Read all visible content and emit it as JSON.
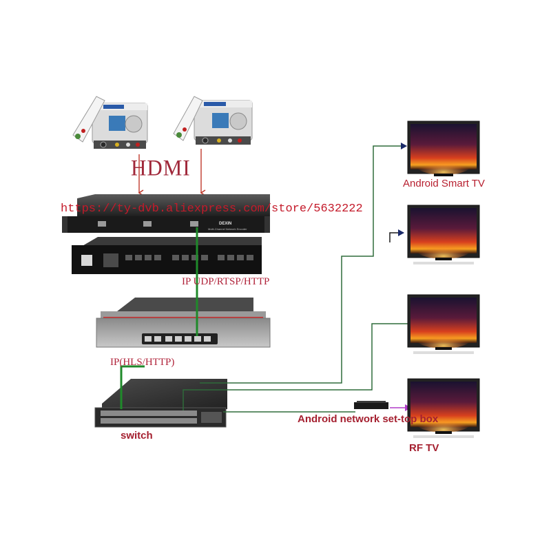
{
  "labels": {
    "hdmi": "HDMI",
    "url": "https://ty-dvb.aliexpress.com/store/5632222",
    "ip_udp": "IP UDP/RTSP/HTTP",
    "ip_hls": "IP(HLS/HTTP)",
    "switch": "switch",
    "android_smart_tv": "Android Smart TV",
    "android_stb": "Android network set-top box",
    "rf_tv": "RF TV",
    "encoder_brand": "DEXIN",
    "encoder_model": "Multi-Channel Network Encoder"
  },
  "colors": {
    "red_arrow": "#c0392b",
    "green_line": "#1f8a2a",
    "dark_green_line": "#2e6b3a",
    "navy_arrow": "#1a2a6a",
    "purple_arrow": "#b03cc8",
    "label_red": "#b0233a"
  }
}
